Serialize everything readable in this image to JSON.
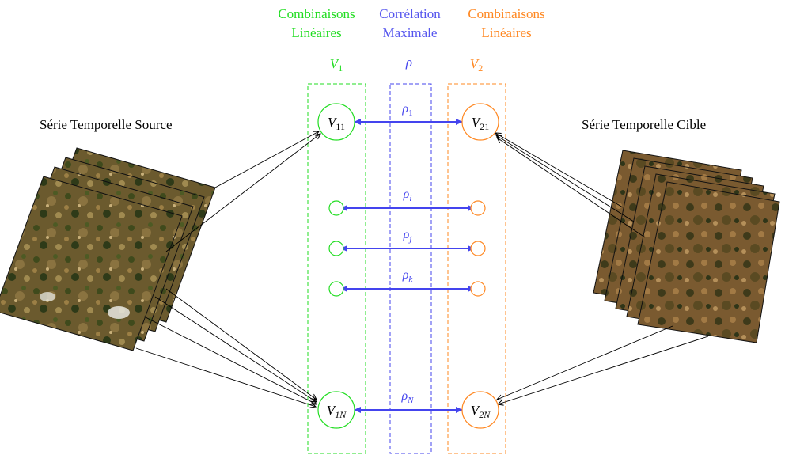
{
  "headers": {
    "left": {
      "line1": "Combinaisons",
      "line2": "Linéaires",
      "color": "#22dd22"
    },
    "middle": {
      "line1": "Corrélation",
      "line2": "Maximale",
      "color": "#5555ee"
    },
    "right": {
      "line1": "Combinaisons",
      "line2": "Linéaires",
      "color": "#ff8822"
    }
  },
  "column_symbols": {
    "v1": "V",
    "v1_sub": "1",
    "rho": "ρ",
    "v2": "V",
    "v2_sub": "2"
  },
  "captions": {
    "source": "Série Temporelle Source",
    "target": "Série Temporelle Cible"
  },
  "nodes": {
    "v11": {
      "main": "V",
      "sub": "11"
    },
    "v21": {
      "main": "V",
      "sub": "21"
    },
    "v1n": {
      "main": "V",
      "sub": "1N"
    },
    "v2n": {
      "main": "V",
      "sub": "2N"
    }
  },
  "correlations": [
    {
      "main": "ρ",
      "sub": "1"
    },
    {
      "main": "ρ",
      "sub": "i"
    },
    {
      "main": "ρ",
      "sub": "j"
    },
    {
      "main": "ρ",
      "sub": "k"
    },
    {
      "main": "ρ",
      "sub": "N"
    }
  ],
  "colors": {
    "green": "#22dd22",
    "blue": "#4444ee",
    "orange": "#ff8822"
  }
}
